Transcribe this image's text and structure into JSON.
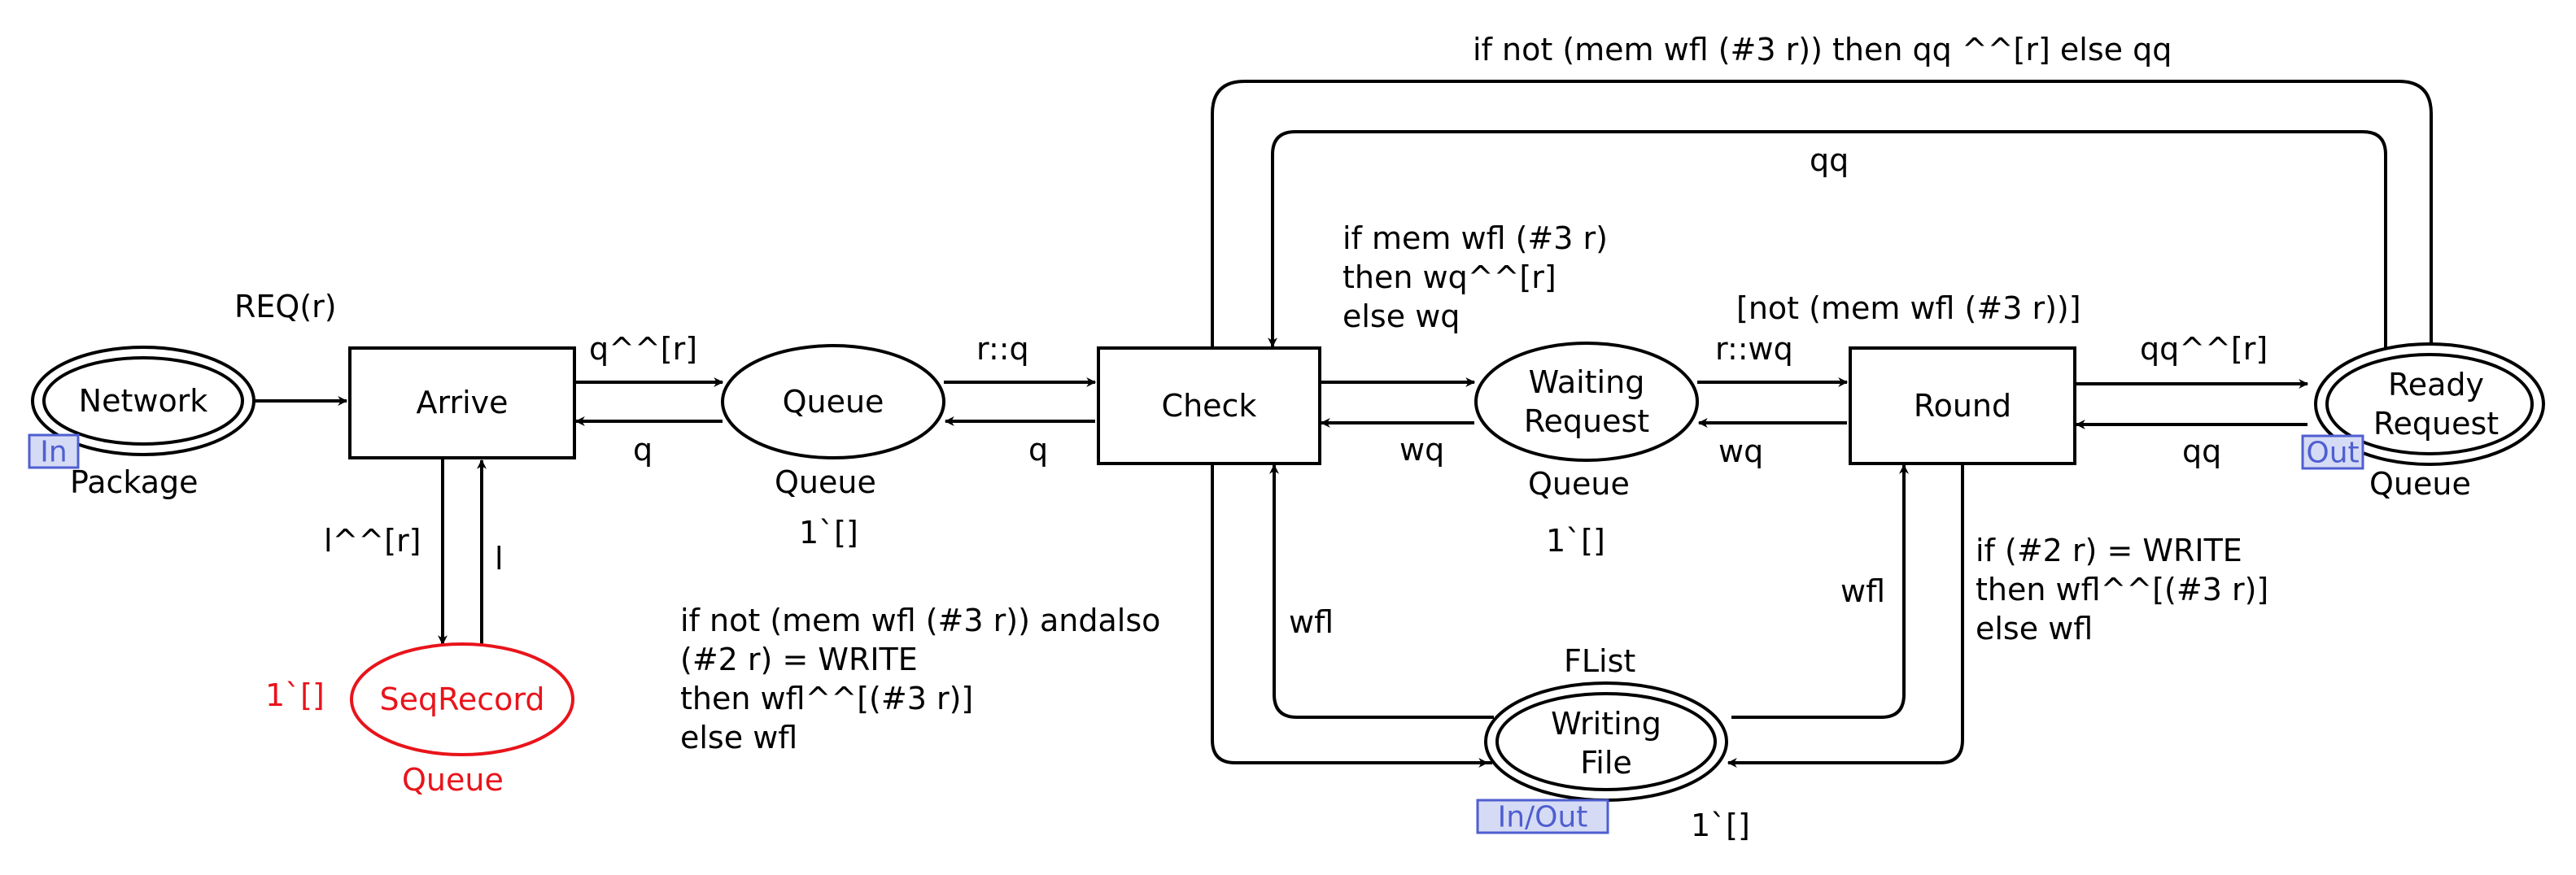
{
  "colors": {
    "default": "#000000",
    "highlight": "#e8141b",
    "port_tag": "#4f5fd0",
    "port_tag_fill": "#d6dbf5"
  },
  "transitions": {
    "arrive": "Arrive",
    "check": "Check",
    "round": "Round",
    "round_guard": "[not (mem wfl (#3 r))]"
  },
  "places": {
    "network": {
      "name": "Network",
      "type": "Package",
      "port": "In"
    },
    "queue": {
      "name": "Queue",
      "type": "Queue",
      "marking": "1`[]"
    },
    "seqrecord": {
      "name": "SeqRecord",
      "type": "Queue",
      "marking": "1`[]"
    },
    "waiting_request": {
      "name_line1": "Waiting",
      "name_line2": "Request",
      "type": "Queue",
      "marking": "1`[]"
    },
    "ready_request": {
      "name_line1": "Ready",
      "name_line2": "Request",
      "type": "Queue",
      "port": "Out"
    },
    "writing_file": {
      "name_line1": "Writing",
      "name_line2": "File",
      "type": "FList",
      "marking": "1`[]",
      "port": "In/Out"
    }
  },
  "arcs": {
    "network_to_arrive": "REQ(r)",
    "arrive_to_queue": "q^^[r]",
    "queue_to_arrive": "q",
    "arrive_to_seqrecord": "l^^[r]",
    "seqrecord_to_arrive": "l",
    "queue_to_check": "r::q",
    "check_to_queue": "q",
    "check_to_waiting": [
      "if mem wfl (#3 r)",
      "then wq^^[r]",
      "else wq"
    ],
    "waiting_to_check": "wq",
    "waiting_to_round": "r::wq",
    "round_to_waiting": "wq",
    "round_to_ready": "qq^^[r]",
    "ready_to_round": "qq",
    "check_to_ready_top": "if not (mem wfl (#3 r)) then qq ^^[r] else qq",
    "ready_to_check_top": "qq",
    "check_to_writing": [
      "if not (mem wfl (#3 r)) andalso",
      "(#2 r) = WRITE",
      "then wfl^^[(#3 r)]",
      "else wfl"
    ],
    "writing_to_check": "wfl",
    "writing_to_round": "wfl",
    "round_to_writing": [
      "if (#2 r) = WRITE",
      "then wfl^^[(#3 r)]",
      "else wfl"
    ]
  }
}
